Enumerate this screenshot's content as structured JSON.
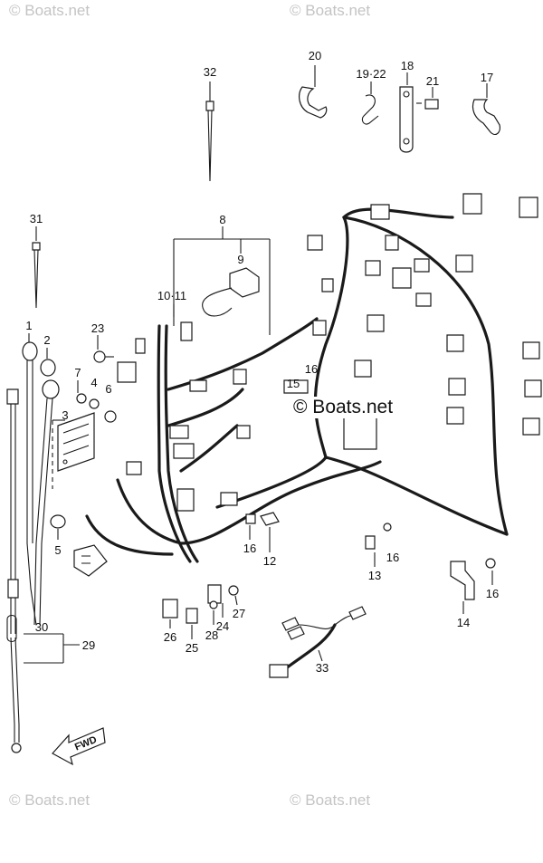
{
  "watermarks": {
    "top_left": "© Boats.net",
    "top_right": "© Boats.net",
    "center": "© Boats.net",
    "bottom_left": "© Boats.net",
    "bottom_right": "© Boats.net"
  },
  "direction_arrow": "FWD",
  "callouts": {
    "c1": "1",
    "c2": "2",
    "c3": "3",
    "c4": "4",
    "c5": "5",
    "c6": "6",
    "c7": "7",
    "c8": "8",
    "c9": "9",
    "c10_11": "10·11",
    "c12": "12",
    "c13": "13",
    "c14": "14",
    "c15": "15",
    "c16a": "16",
    "c16b": "16",
    "c16c": "16",
    "c16d": "16",
    "c17": "17",
    "c18": "18",
    "c19_22": "19·22",
    "c20": "20",
    "c21": "21",
    "c23": "23",
    "c24": "24",
    "c25": "25",
    "c26": "26",
    "c27": "27",
    "c28": "28",
    "c29": "29",
    "c30": "30",
    "c31": "31",
    "c32": "32",
    "c33": "33"
  }
}
